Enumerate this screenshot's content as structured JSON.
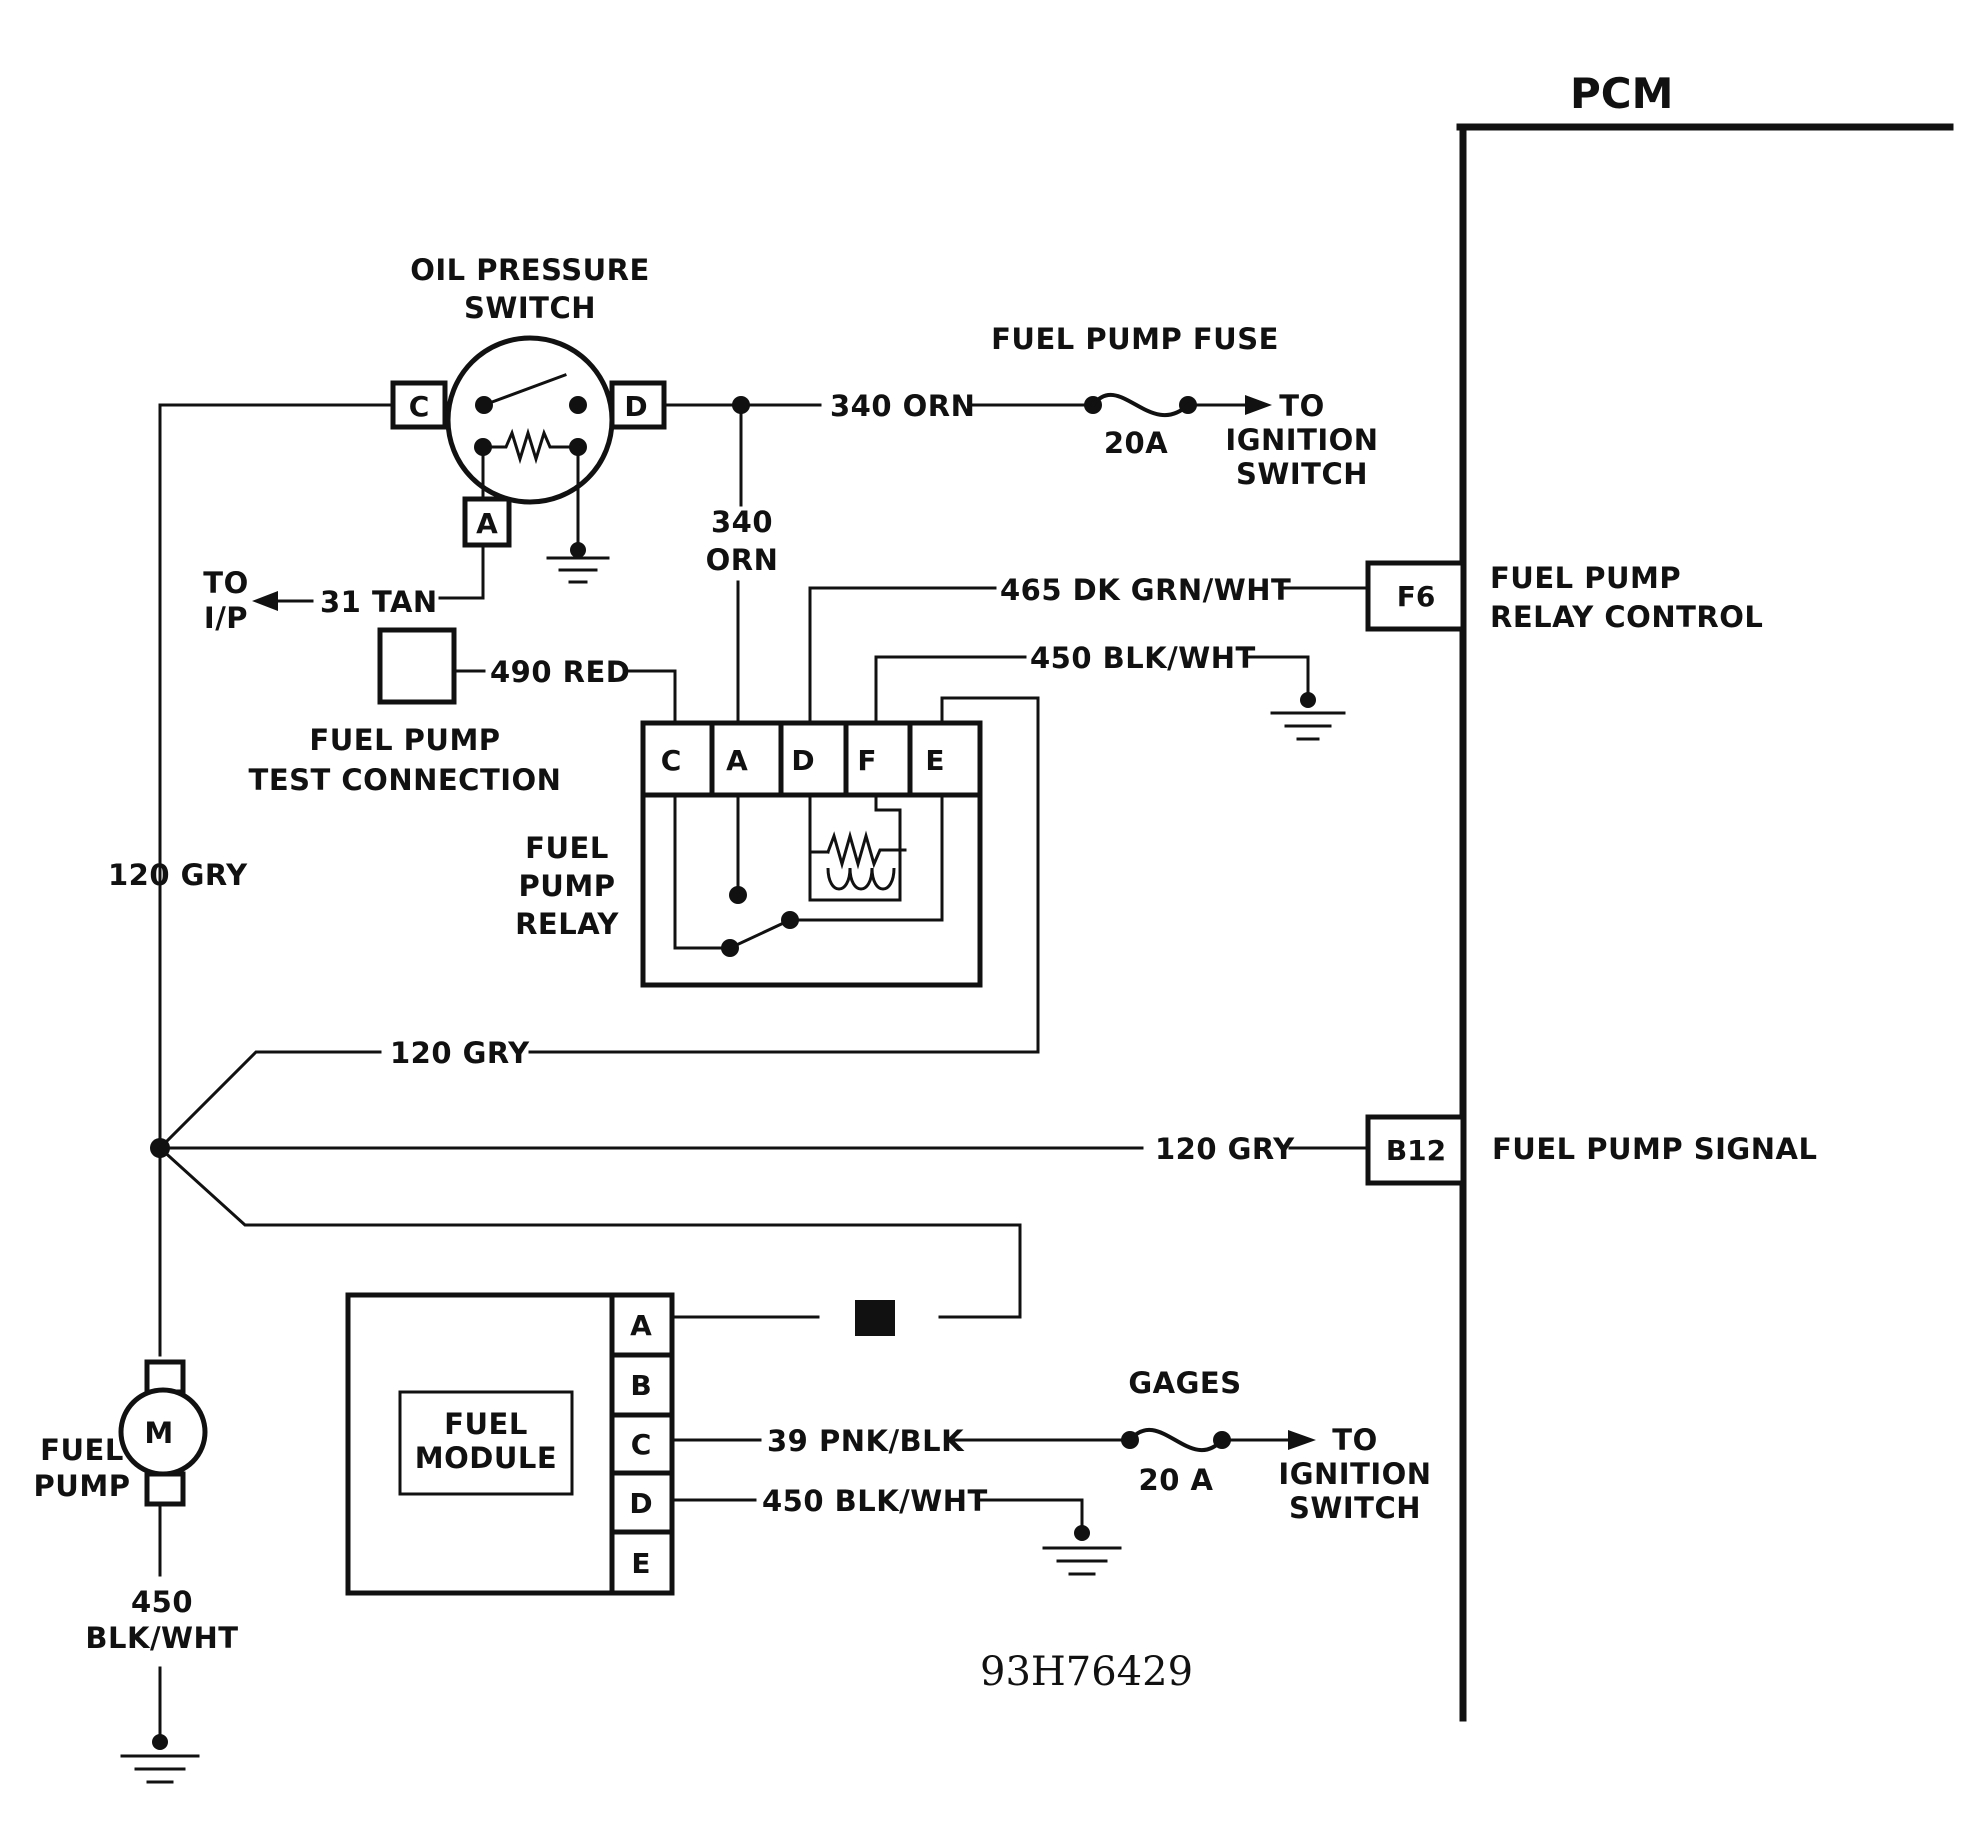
{
  "pcm": {
    "title": "PCM"
  },
  "oil_switch": {
    "line1": "OIL PRESSURE",
    "line2": "SWITCH",
    "pin_c": "C",
    "pin_d": "D",
    "pin_a": "A"
  },
  "fuel_pump_fuse": {
    "title": "FUEL PUMP FUSE",
    "rating": "20A",
    "to1": "TO",
    "to2": "IGNITION",
    "to3": "SWITCH"
  },
  "wires": {
    "w340_orn": "340 ORN",
    "w340_v1": "340",
    "w340_v2": "ORN",
    "w31_tan": "31 TAN",
    "w465": "465 DK GRN/WHT",
    "w490": "490 RED",
    "w450_top": "450 BLK/WHT",
    "w120_left": "120 GRY",
    "w120_mid": "120 GRY",
    "w120_pcm": "120 GRY",
    "w39": "39 PNK/BLK",
    "w450_mod": "450 BLK/WHT",
    "w450_pump1": "450",
    "w450_pump2": "BLK/WHT"
  },
  "to_ip": {
    "line1": "TO",
    "line2": "I/P"
  },
  "test_conn": {
    "line1": "FUEL PUMP",
    "line2": "TEST CONNECTION"
  },
  "relay": {
    "line1": "FUEL",
    "line2": "PUMP",
    "line3": "RELAY",
    "pins": [
      "C",
      "A",
      "D",
      "F",
      "E"
    ]
  },
  "pcm_pins": {
    "f6": "F6",
    "f6_label1": "FUEL PUMP",
    "f6_label2": "RELAY CONTROL",
    "b12": "B12",
    "b12_label": "FUEL PUMP SIGNAL"
  },
  "fuel_module": {
    "line1": "FUEL",
    "line2": "MODULE",
    "pins": [
      "A",
      "B",
      "C",
      "D",
      "E"
    ]
  },
  "gages_fuse": {
    "title": "GAGES",
    "rating": "20 A",
    "to1": "TO",
    "to2": "IGNITION",
    "to3": "SWITCH"
  },
  "fuel_pump": {
    "motor": "M",
    "line1": "FUEL",
    "line2": "PUMP"
  },
  "ref_code": "93H76429"
}
